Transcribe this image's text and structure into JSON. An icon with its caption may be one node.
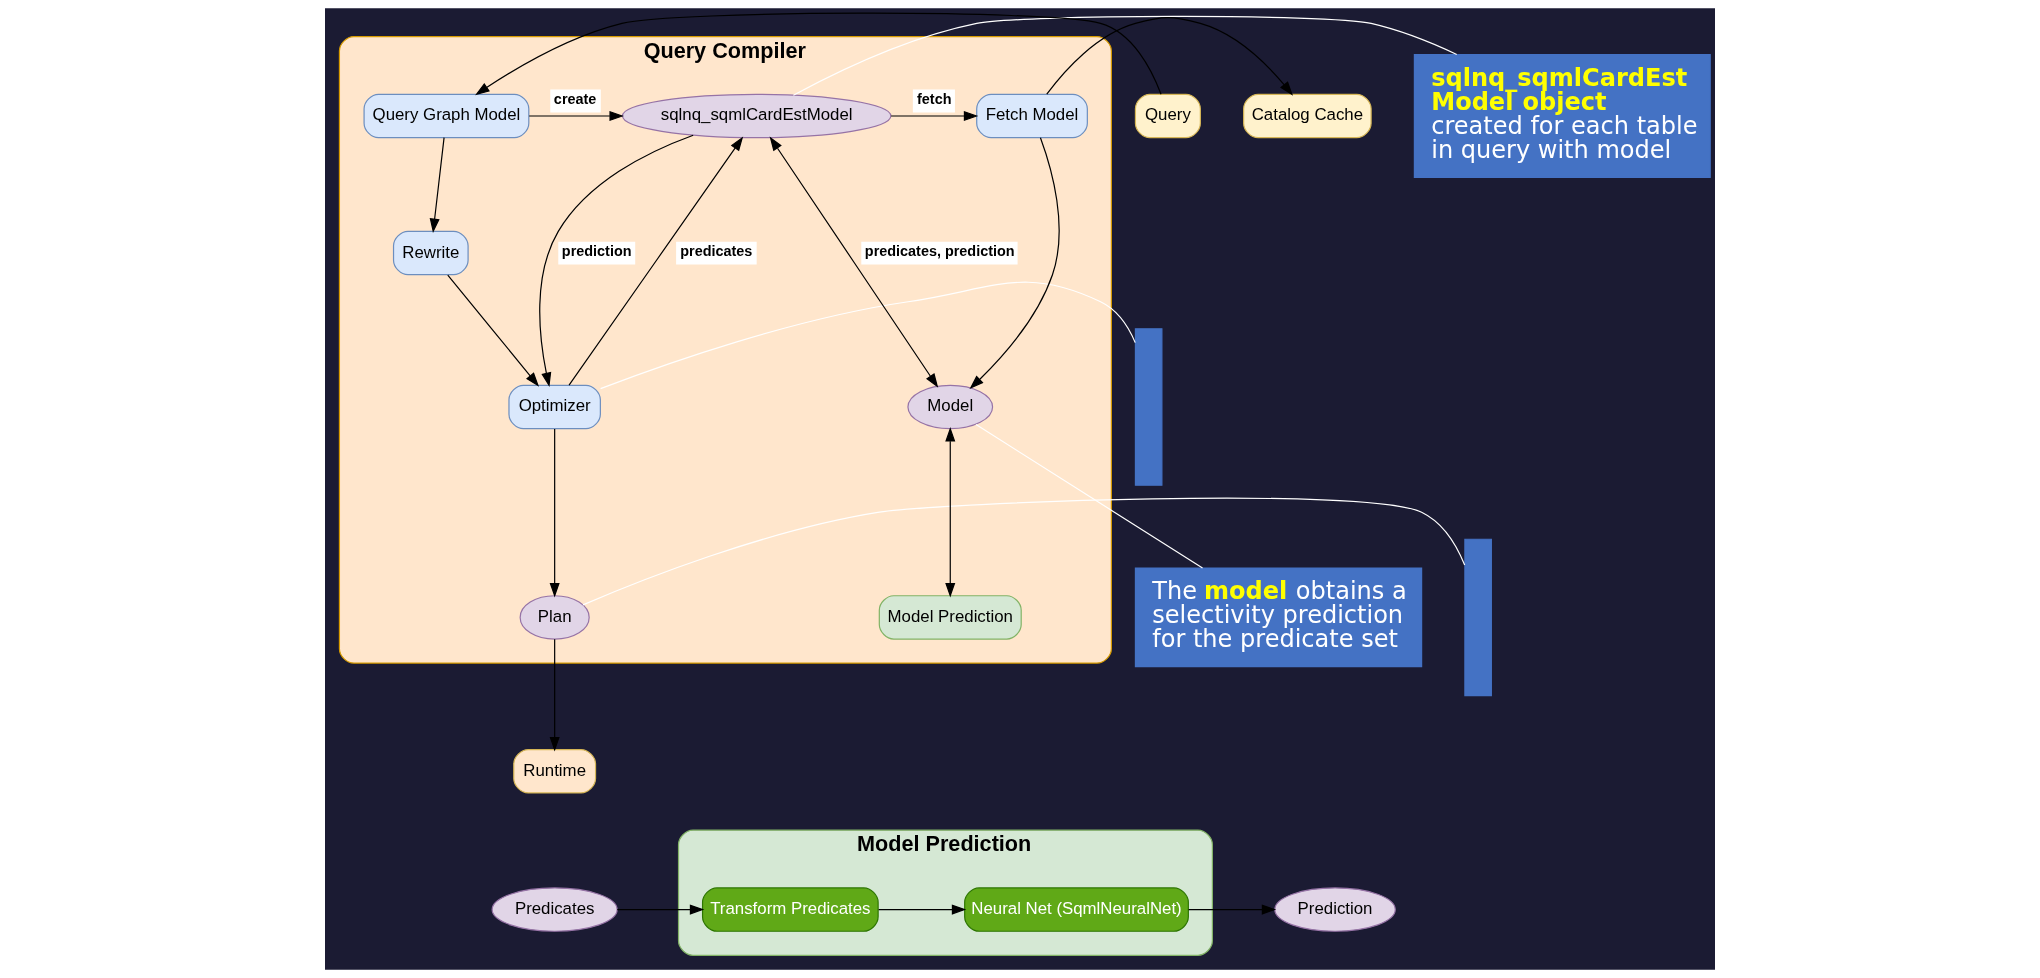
{
  "diagram": {
    "nodes": [
      {
        "text": [
          "Query Compiler"
        ]
      },
      {
        "text": [
          "Query"
        ]
      },
      {
        "text": [
          "Query Graph Model"
        ],
        "in": 0
      },
      {
        "text": [
          "Rewrite"
        ],
        "in": 0
      },
      {
        "text": [
          "Optimizer"
        ],
        "in": 0
      },
      {
        "text": [
          "Plan"
        ],
        "in": 0
      },
      {
        "text": [
          "sqlnq_sqmlCardEstModel"
        ],
        "in": 0
      },
      {
        "text": [
          "Fetch Model"
        ],
        "in": 0
      },
      {
        "text": [
          "Model"
        ],
        "in": 0
      },
      {
        "text": [
          "Model Prediction"
        ],
        "in": 0
      },
      {
        "text": [
          "Catalog Cache"
        ]
      },
      {
        "text": [
          "Runtime"
        ]
      },
      {
        "text": [
          "sqlnq_sqmlCardEst Model object",
          "created for each table in query with model"
        ]
      },
      {
        "text": [
          "The **model** obtains a selectivity prediction for the predicate set"
        ]
      },
      {
        "text": [],
        "shape": "box"
      },
      {
        "text": [],
        "shape": "box"
      },
      {
        "text": [
          "Model Prediction"
        ]
      },
      {
        "text": [
          "Predicates"
        ]
      },
      {
        "text": [
          "Transform Predicates"
        ],
        "in": 16
      },
      {
        "text": [
          "Neural Net (SqmlNeuralNet)"
        ],
        "in": 16
      },
      {
        "text": [
          "Prediction"
        ]
      }
    ],
    "edges": [
      {
        "from": 1,
        "to": 2,
        "arrow": "to"
      },
      {
        "from": 2,
        "to": 3,
        "arrow": "to"
      },
      {
        "from": 3,
        "to": 4,
        "arrow": "to"
      },
      {
        "from": 4,
        "to": 5,
        "arrow": "to"
      },
      {
        "from": 5,
        "to": 11,
        "arrow": "to"
      },
      {
        "from": 2,
        "to": 6,
        "arrow": "to",
        "label": "create"
      },
      {
        "from": 4,
        "to": 6,
        "arrow": "to",
        "label": "predicates"
      },
      {
        "from": 6,
        "to": 4,
        "arrow": "to",
        "label": "prediction"
      },
      {
        "from": 6,
        "to": 7,
        "arrow": "to",
        "label": "fetch"
      },
      {
        "from": 7,
        "to": 10,
        "arrow": "to"
      },
      {
        "from": 7,
        "to": 8,
        "arrow": "to"
      },
      {
        "from": 6,
        "to": 8,
        "arrow": "both",
        "label": "predicates, prediction"
      },
      {
        "from": 8,
        "to": 9,
        "arrow": "both"
      },
      {
        "from": 6,
        "to": 12,
        "arrow": "none",
        "color": "#ffffff"
      },
      {
        "from": 8,
        "to": 13,
        "arrow": "none",
        "color": "#ffffff"
      },
      {
        "from": 4,
        "to": 14,
        "arrow": "none",
        "color": "#ffffff"
      },
      {
        "from": 5,
        "to": 15,
        "arrow": "none",
        "color": "#ffffff"
      },
      {
        "from": 17,
        "to": 18,
        "arrow": "to"
      },
      {
        "from": 18,
        "to": 19,
        "arrow": "to"
      },
      {
        "from": 19,
        "to": 20,
        "arrow": "to"
      }
    ]
  }
}
